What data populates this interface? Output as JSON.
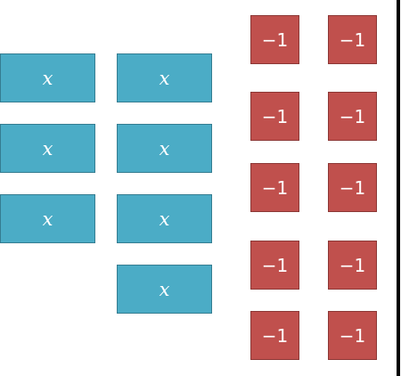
{
  "x_tiles": {
    "label": "x",
    "count": 7,
    "color": "#4bacc6"
  },
  "neg_one_tiles": {
    "label": "−1",
    "count": 10,
    "color": "#c0504d"
  }
}
